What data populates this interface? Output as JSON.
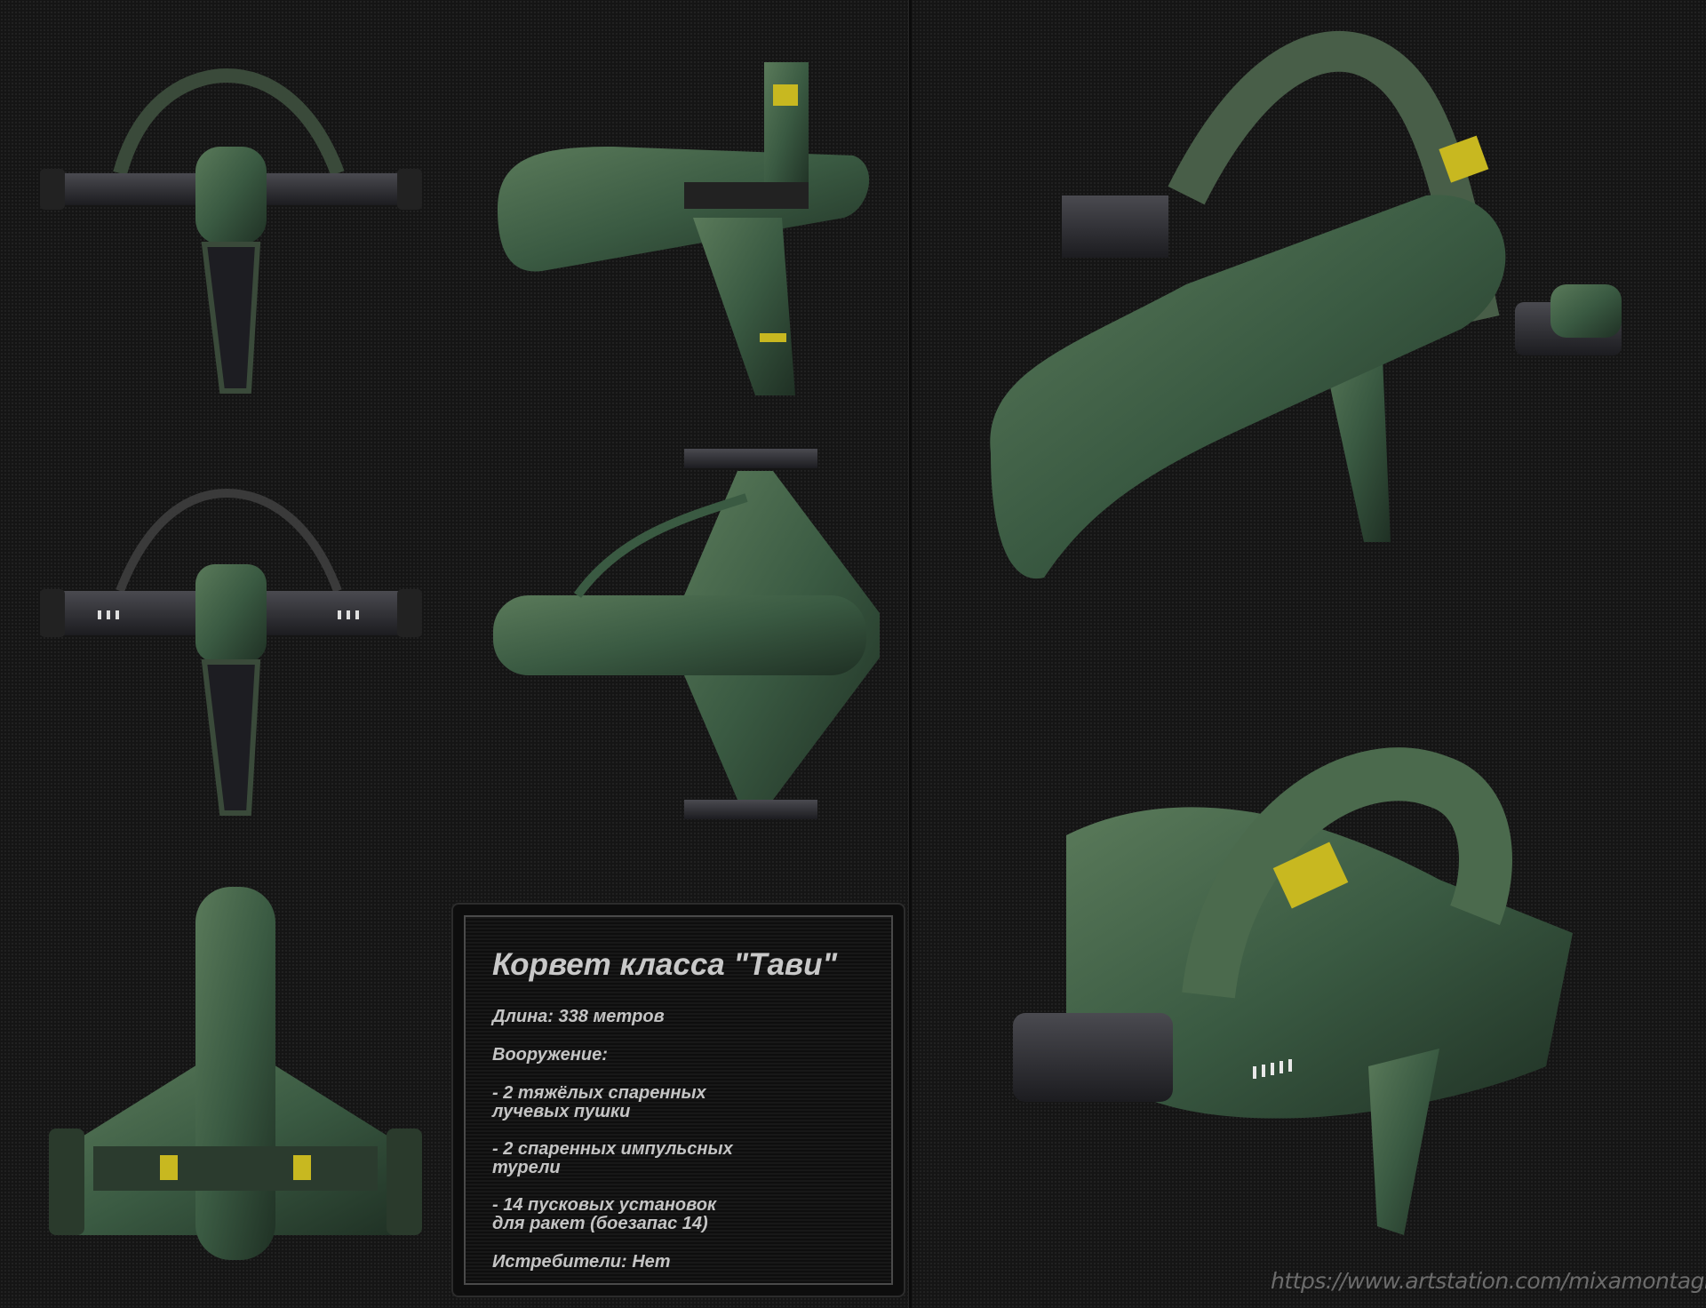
{
  "info": {
    "title": "Корвет класса \"Тави\"",
    "length": "Длина: 338 метров",
    "armament_heading": "Вооружение:",
    "armament": [
      "- 2 тяжёлых спаренных\nлучевых пушки",
      "- 2 спаренных импульсных\nтурели",
      "- 14 пусковых установок\nдля ракет (боезапас 14)"
    ],
    "fighters": "Истребители: Нет"
  },
  "watermark": "https://www.artstation.com/mixamontagnik",
  "colors": {
    "hull": "#3d5a40",
    "hull_dark": "#24352a",
    "accent": "#c8b820",
    "metal": "#2a2a2e",
    "background": "#151515"
  }
}
